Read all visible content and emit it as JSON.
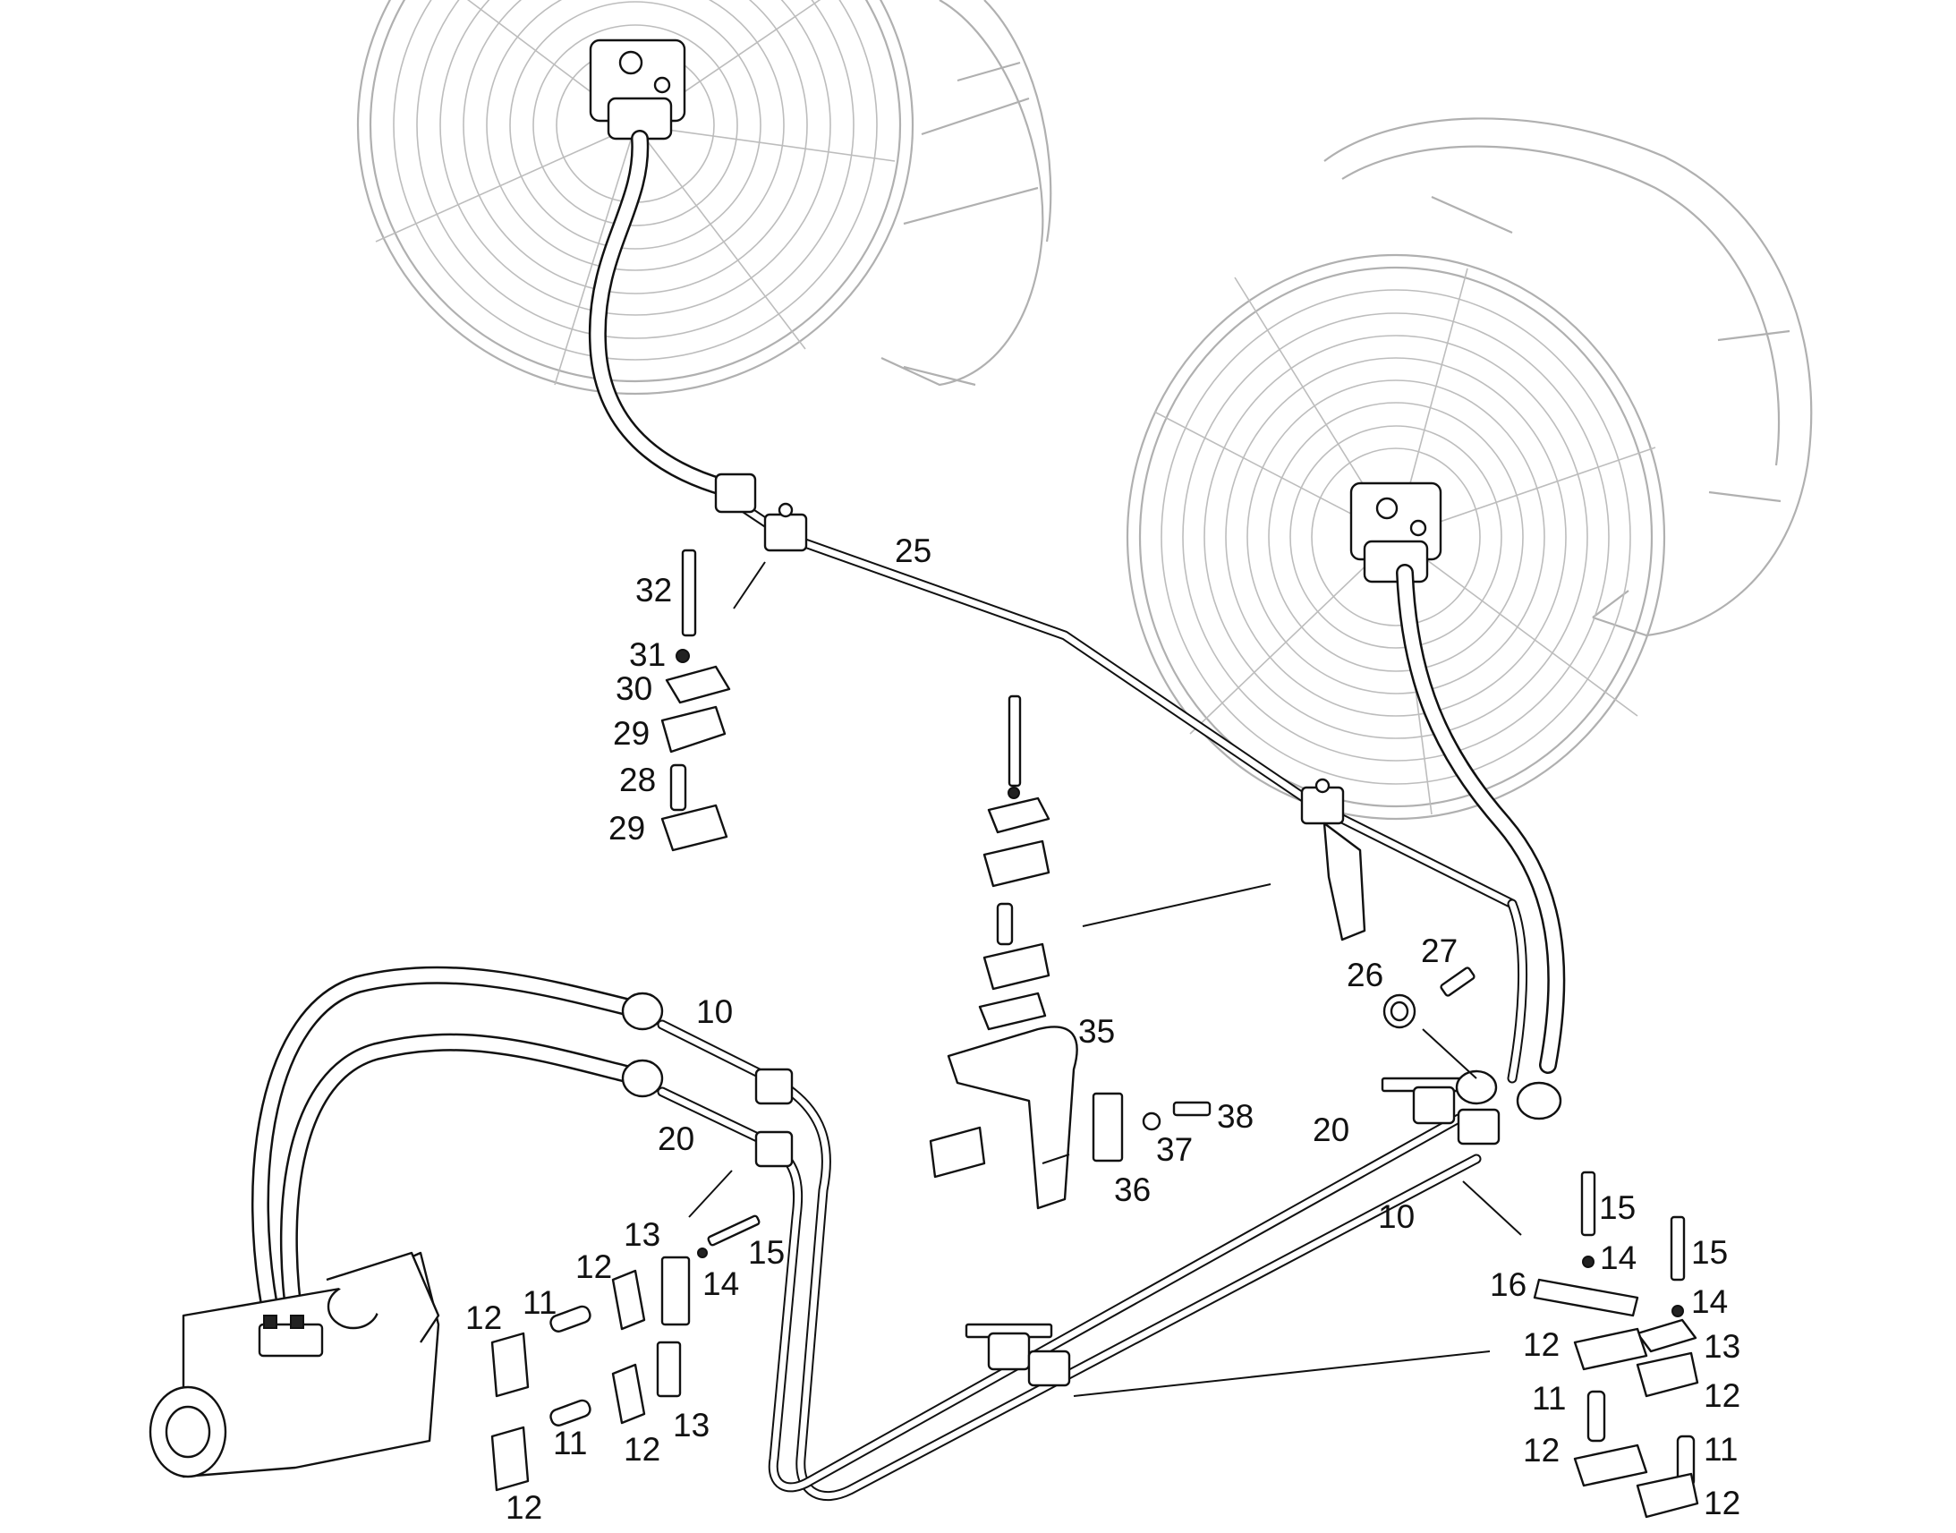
{
  "diagram": {
    "callouts": [
      {
        "id": "c25",
        "text": "25"
      },
      {
        "id": "c32",
        "text": "32"
      },
      {
        "id": "c31",
        "text": "31"
      },
      {
        "id": "c30",
        "text": "30"
      },
      {
        "id": "c29a",
        "text": "29"
      },
      {
        "id": "c28",
        "text": "28"
      },
      {
        "id": "c29b",
        "text": "29"
      },
      {
        "id": "c35",
        "text": "35"
      },
      {
        "id": "c27",
        "text": "27"
      },
      {
        "id": "c26",
        "text": "26"
      },
      {
        "id": "c38",
        "text": "38"
      },
      {
        "id": "c37",
        "text": "37"
      },
      {
        "id": "c36",
        "text": "36"
      },
      {
        "id": "c10a",
        "text": "10"
      },
      {
        "id": "c20a",
        "text": "20"
      },
      {
        "id": "c20b",
        "text": "20"
      },
      {
        "id": "c10b",
        "text": "10"
      },
      {
        "id": "c13a",
        "text": "13"
      },
      {
        "id": "c15a",
        "text": "15"
      },
      {
        "id": "c12a",
        "text": "12"
      },
      {
        "id": "c14a",
        "text": "14"
      },
      {
        "id": "c11a",
        "text": "11"
      },
      {
        "id": "c12b",
        "text": "12"
      },
      {
        "id": "c11b",
        "text": "11"
      },
      {
        "id": "c12c",
        "text": "12"
      },
      {
        "id": "c13b",
        "text": "13"
      },
      {
        "id": "c12d",
        "text": "12"
      },
      {
        "id": "c15b",
        "text": "15"
      },
      {
        "id": "c14b",
        "text": "14"
      },
      {
        "id": "c16",
        "text": "16"
      },
      {
        "id": "c15c",
        "text": "15"
      },
      {
        "id": "c14c",
        "text": "14"
      },
      {
        "id": "c12e",
        "text": "12"
      },
      {
        "id": "c13c",
        "text": "13"
      },
      {
        "id": "c11c",
        "text": "11"
      },
      {
        "id": "c12f",
        "text": "12"
      },
      {
        "id": "c12g",
        "text": "12"
      },
      {
        "id": "c11d",
        "text": "11"
      },
      {
        "id": "c12h",
        "text": "12"
      }
    ]
  }
}
